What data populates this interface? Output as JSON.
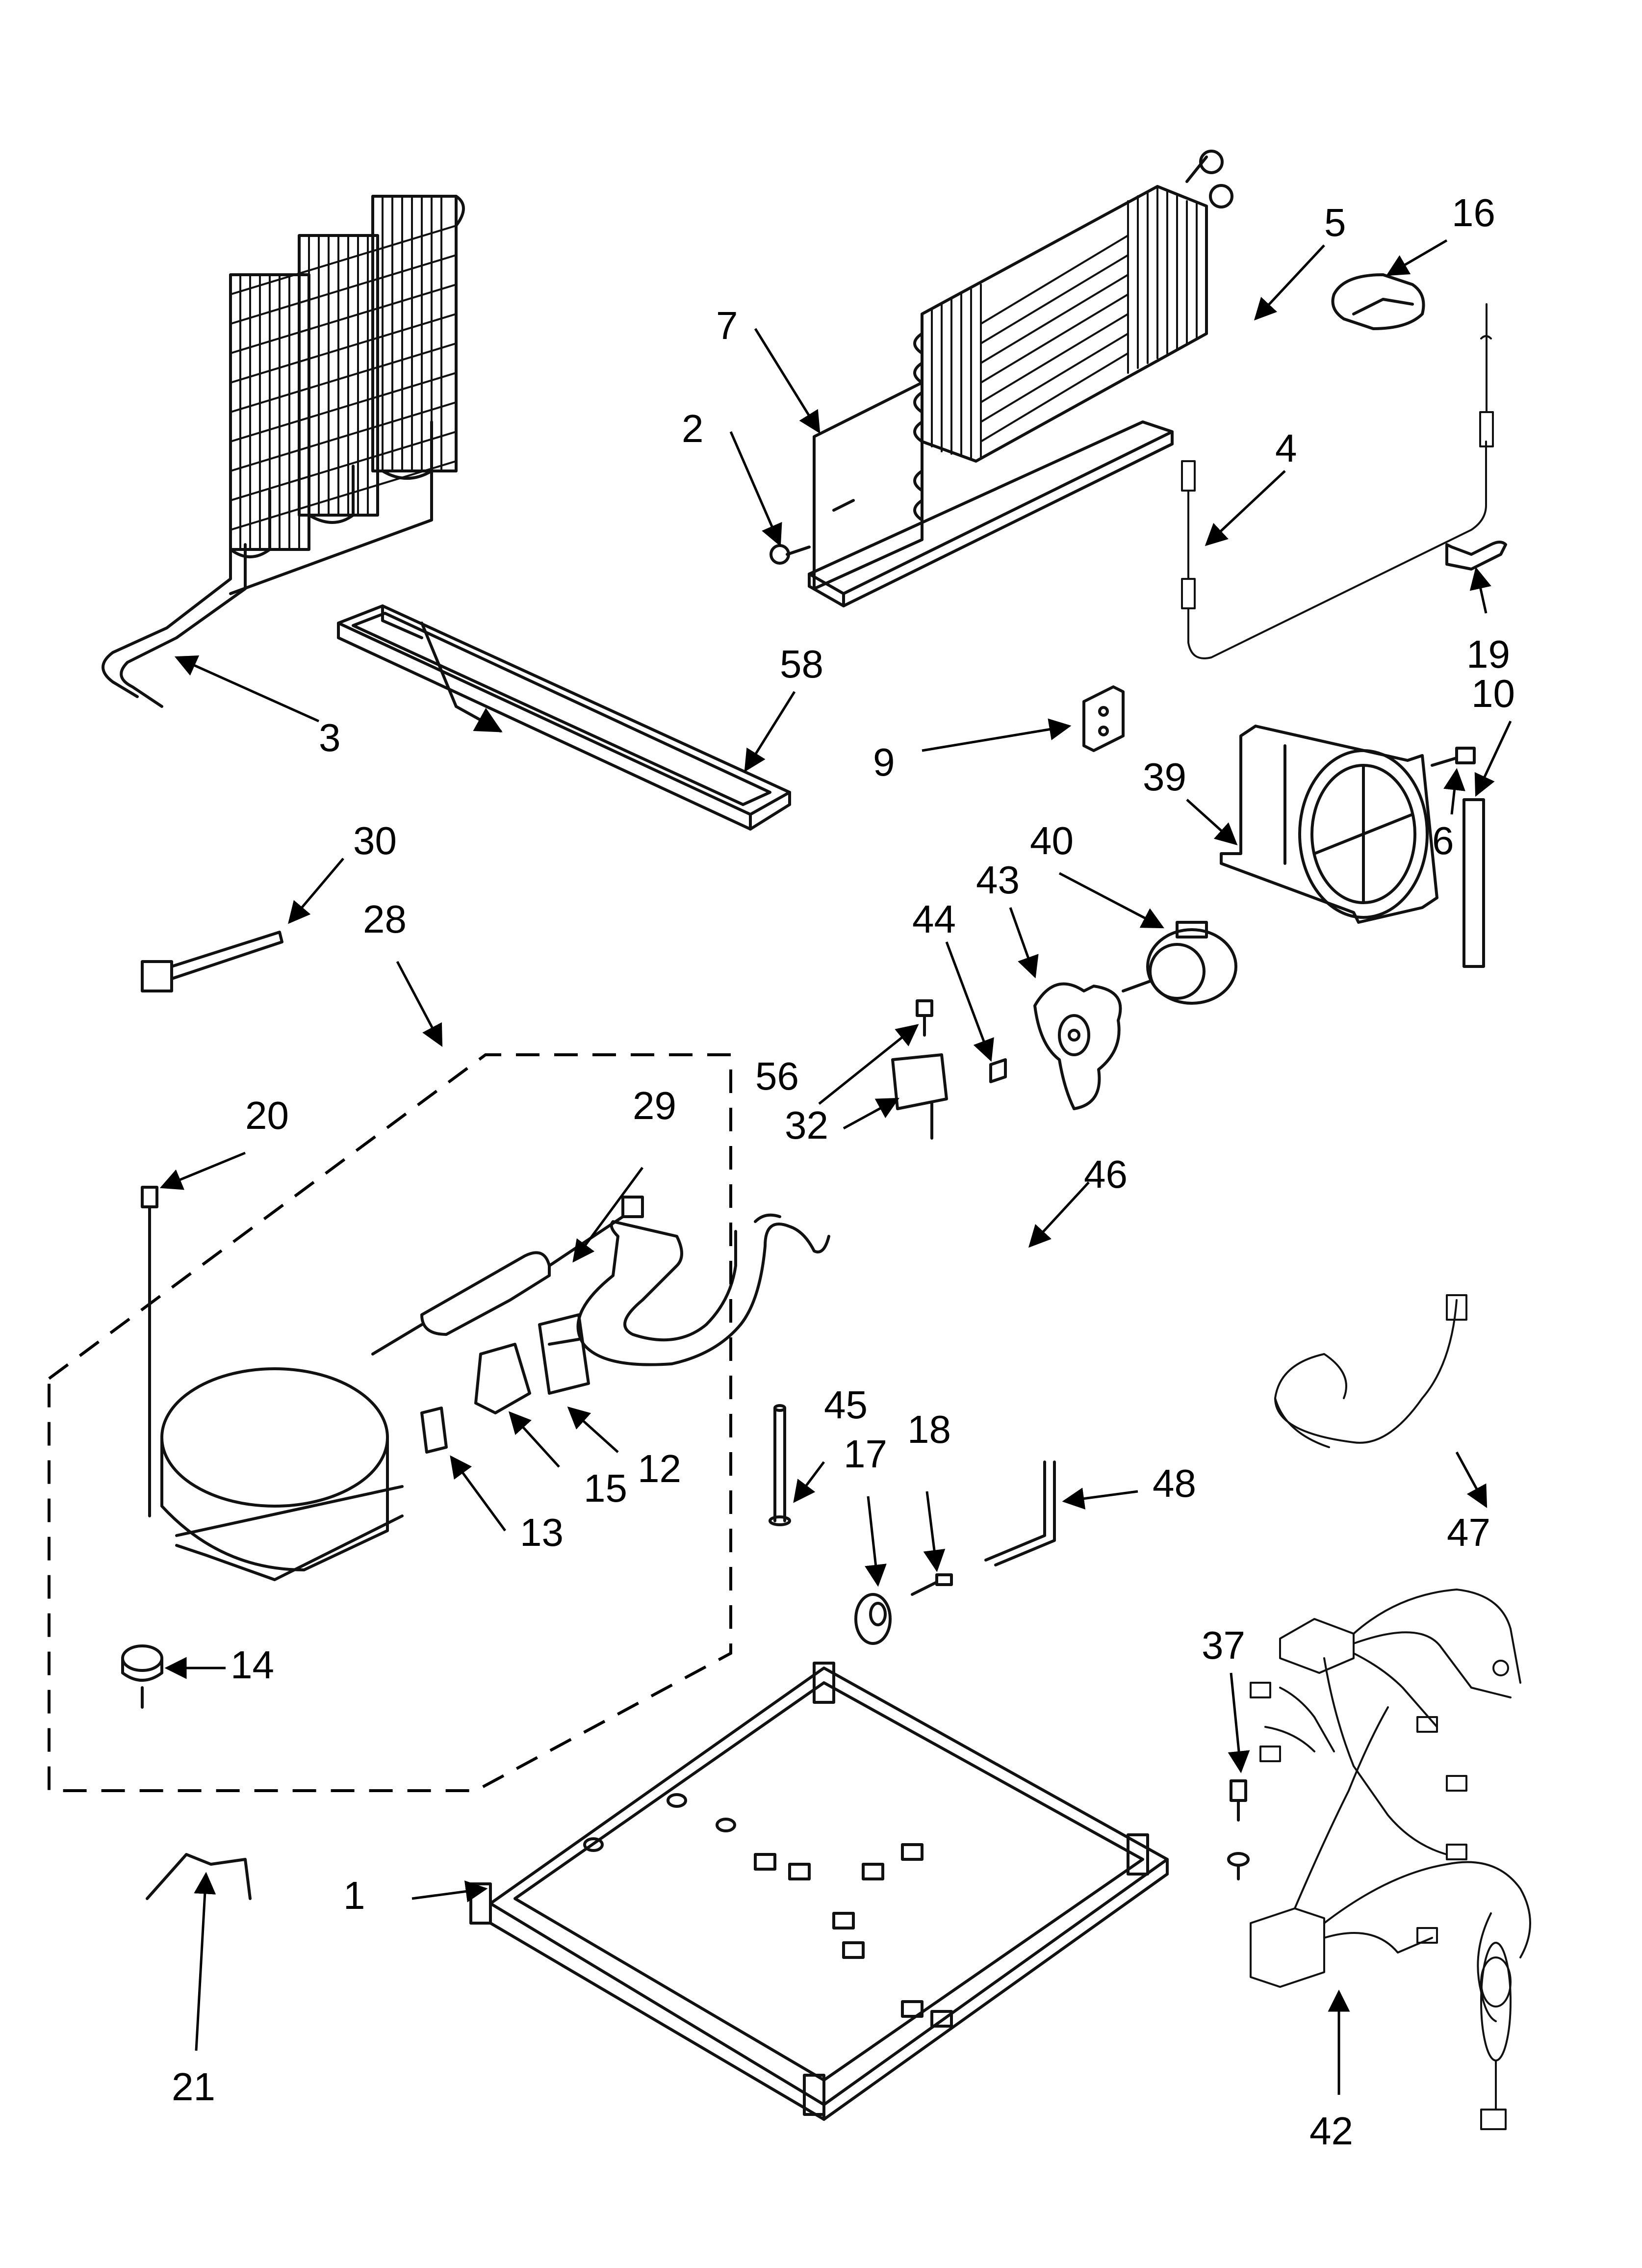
{
  "diagram": {
    "callouts": {
      "c1": "1",
      "c2": "2",
      "c3": "3",
      "c4": "4",
      "c5": "5",
      "c6": "6",
      "c7": "7",
      "c9": "9",
      "c10": "10",
      "c12": "12",
      "c13": "13",
      "c14": "14",
      "c15": "15",
      "c16": "16",
      "c17": "17",
      "c18": "18",
      "c19": "19",
      "c20": "20",
      "c21": "21",
      "c28": "28",
      "c29": "29",
      "c30": "30",
      "c32": "32",
      "c37": "37",
      "c39": "39",
      "c40": "40",
      "c42": "42",
      "c43": "43",
      "c44": "44",
      "c45": "45",
      "c46": "46",
      "c47": "47",
      "c48": "48",
      "c56": "56",
      "c58": "58"
    }
  }
}
